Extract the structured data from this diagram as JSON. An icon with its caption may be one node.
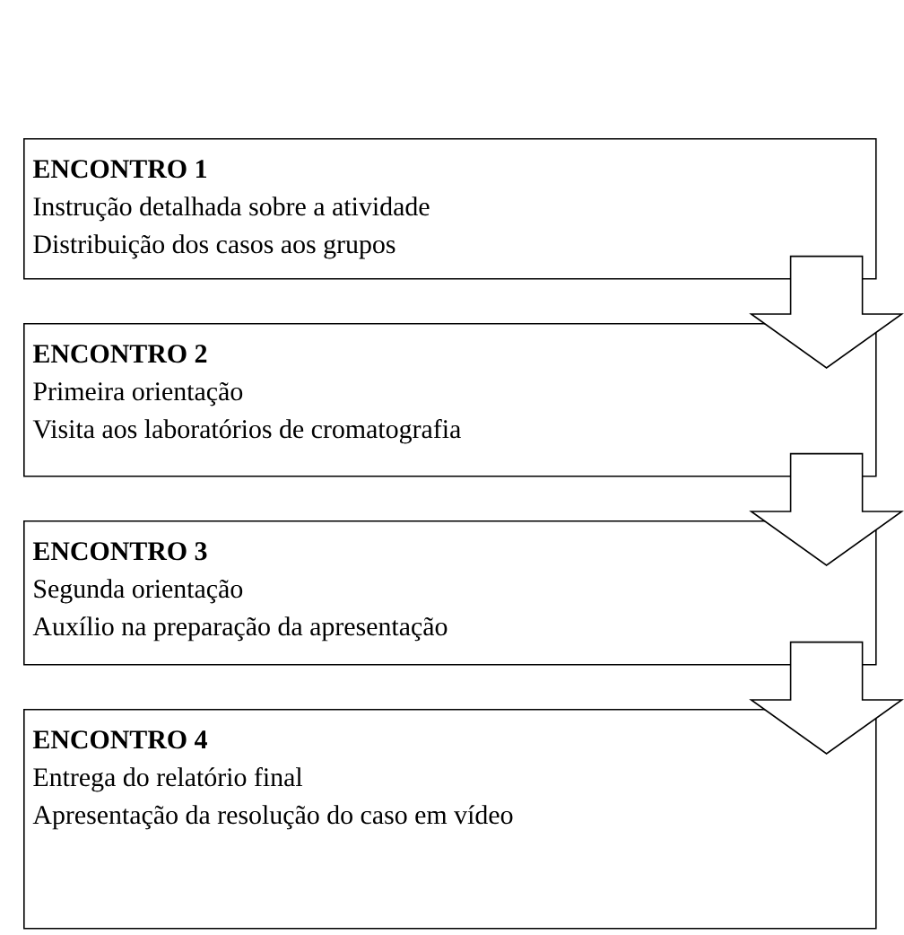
{
  "diagram": {
    "nodes": [
      {
        "text": [
          "ENCONTRO 1",
          "Instrução detalhada sobre a atividade",
          "Distribuição dos casos aos grupos"
        ]
      },
      {
        "text": [
          "ENCONTRO 2",
          "Primeira orientação",
          "Visita aos laboratórios de cromatografia"
        ]
      },
      {
        "text": [
          "ENCONTRO 3",
          "Segunda orientação",
          "Auxílio na preparação da apresentação"
        ]
      },
      {
        "text": [
          "ENCONTRO 4",
          "Entrega do relatório final",
          "Apresentação da resolução do caso em vídeo"
        ]
      }
    ],
    "edges": [
      {
        "from": 0,
        "to": 1,
        "arrow": "to"
      },
      {
        "from": 1,
        "to": 2,
        "arrow": "to"
      },
      {
        "from": 2,
        "to": 3,
        "arrow": "to"
      }
    ]
  }
}
